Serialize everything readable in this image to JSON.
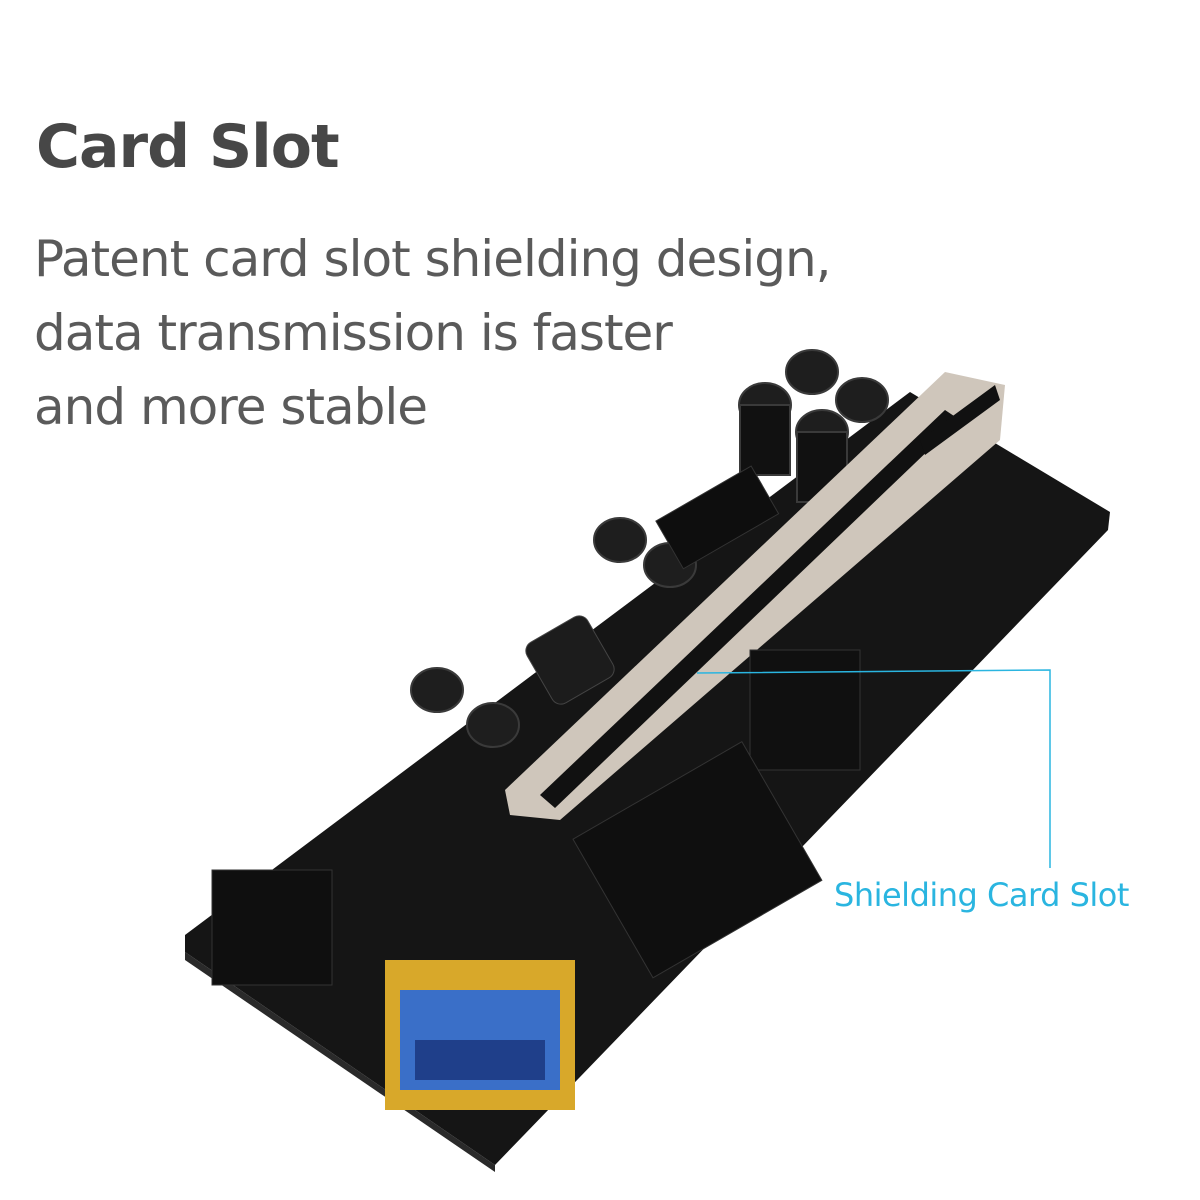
{
  "heading": "Card Slot",
  "description_lines": [
    "Patent card slot shielding design,",
    "data transmission is faster",
    "and more stable"
  ],
  "callout_label": "Shielding Card Slot",
  "colors": {
    "heading": "#474747",
    "body": "#5a5a5a",
    "accent": "#2ab5e0",
    "board": "#141414",
    "slot": "#cfc6bb",
    "usb": "#e0b030"
  }
}
